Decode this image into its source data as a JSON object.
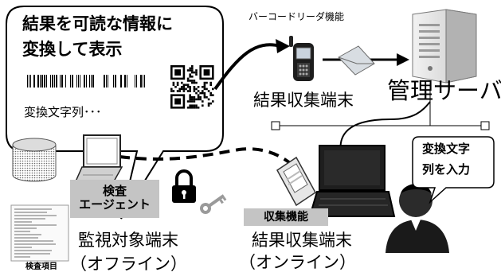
{
  "callout": {
    "line1": "結果を可読な情報に",
    "line2": "変換して表示",
    "converted_string": "変換文字列･･･"
  },
  "labels": {
    "barcode_reader_function": "バーコードリーダ機能",
    "result_collection_terminal": "結果収集端末",
    "management_server": "管理サーバ",
    "inspection_agent_line1": "検査",
    "inspection_agent_line2": "エージェント",
    "monitored_terminal_line1": "監視対象端末",
    "monitored_terminal_line2": "（オフライン）",
    "inspection_items": "検査項目",
    "collection_function": "収集機能",
    "result_collection_terminal_online_line1": "結果収集端末",
    "result_collection_terminal_online_line2": "（オンライン）",
    "input_converted_string_line1": "変換文字",
    "input_converted_string_line2": "列を入力"
  }
}
